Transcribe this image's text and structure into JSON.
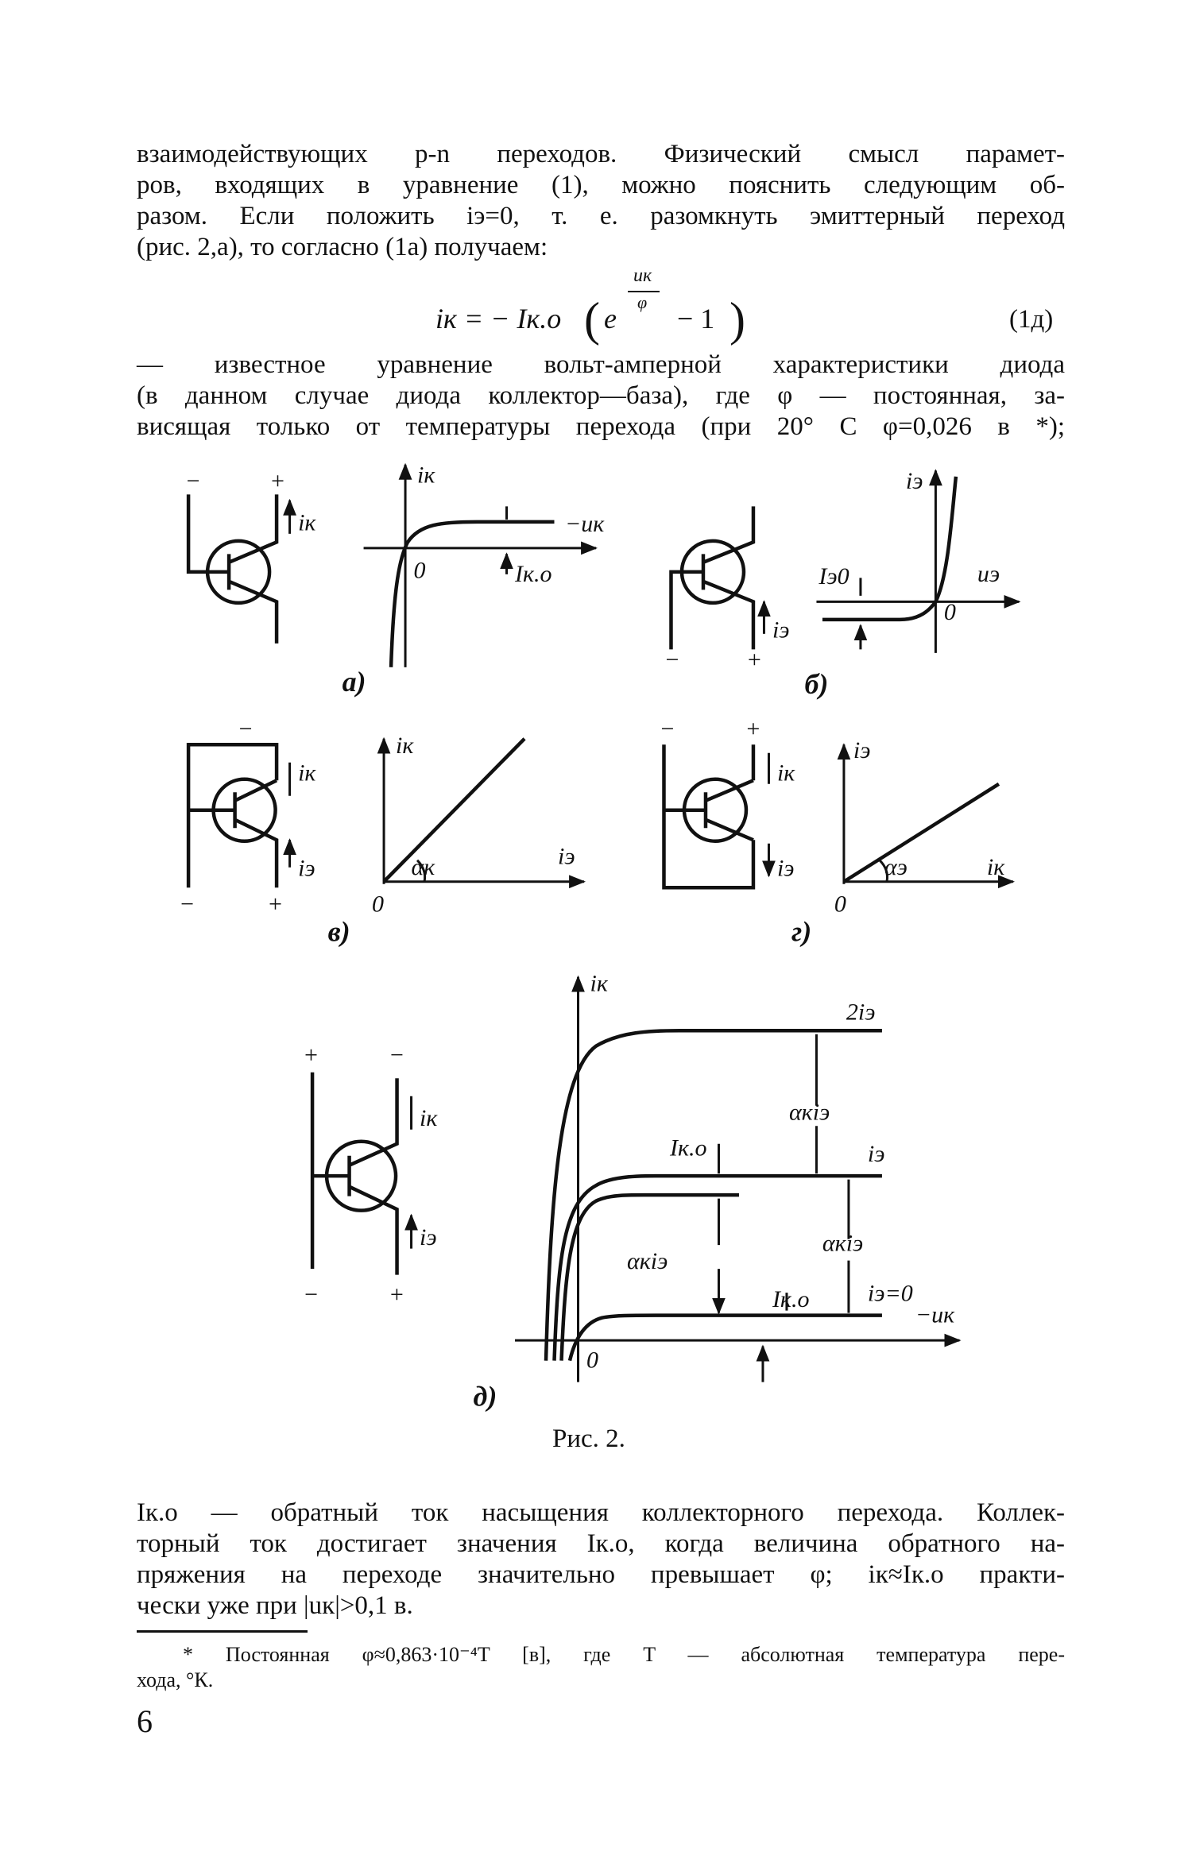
{
  "text_top": [
    "взаимодействующих p-n переходов. Физический смысл парамет-",
    "ров, входящих в уравнение (1), можно пояснить следующим об-",
    "разом. Если положить iэ=0, т. е. разомкнуть эмиттерный переход",
    "(рис. 2,а), то согласно (1а) получаем:"
  ],
  "equation": {
    "lhs": "iк = − Iк.о",
    "exp_num": "uк",
    "exp_den": "φ",
    "base": "e",
    "tail": "− 1",
    "number": "(1д)"
  },
  "text_mid": [
    "— известное уравнение вольт-амперной характеристики диода",
    "(в данном случае диода коллектор—база), где φ — постоянная, за-",
    "висящая только от температуры перехода (при 20° С φ=0,026 в *);"
  ],
  "figure": {
    "caption": "Рис. 2.",
    "labels": {
      "a": "а)",
      "b": "б)",
      "v": "в)",
      "g": "г)",
      "d": "д)",
      "ik": "iк",
      "ie": "iэ",
      "uk": "−uк",
      "ue": "uэ",
      "zero": "0",
      "iko": "Iк.о",
      "ieo": "Iэ0",
      "alpha_k": "αк",
      "alpha_e": "αэ",
      "two_ie": "2iэ",
      "ak_ie": "αкiэ",
      "ie_zero": "iэ=0",
      "plus": "+",
      "minus": "−"
    }
  },
  "text_bottom": [
    "Iк.о — обратный ток насыщения коллекторного перехода. Коллек-",
    "торный ток достигает значения Iк.о, когда величина обратного на-",
    "пряжения на переходе значительно превышает φ; iк≈Iк.о практи-",
    "чески уже при |uк|>0,1 в."
  ],
  "footnote": [
    "* Постоянная φ≈0,863·10⁻⁴T [в], где T — абсолютная температура пере-",
    "хода, °К."
  ],
  "page_number": "6"
}
